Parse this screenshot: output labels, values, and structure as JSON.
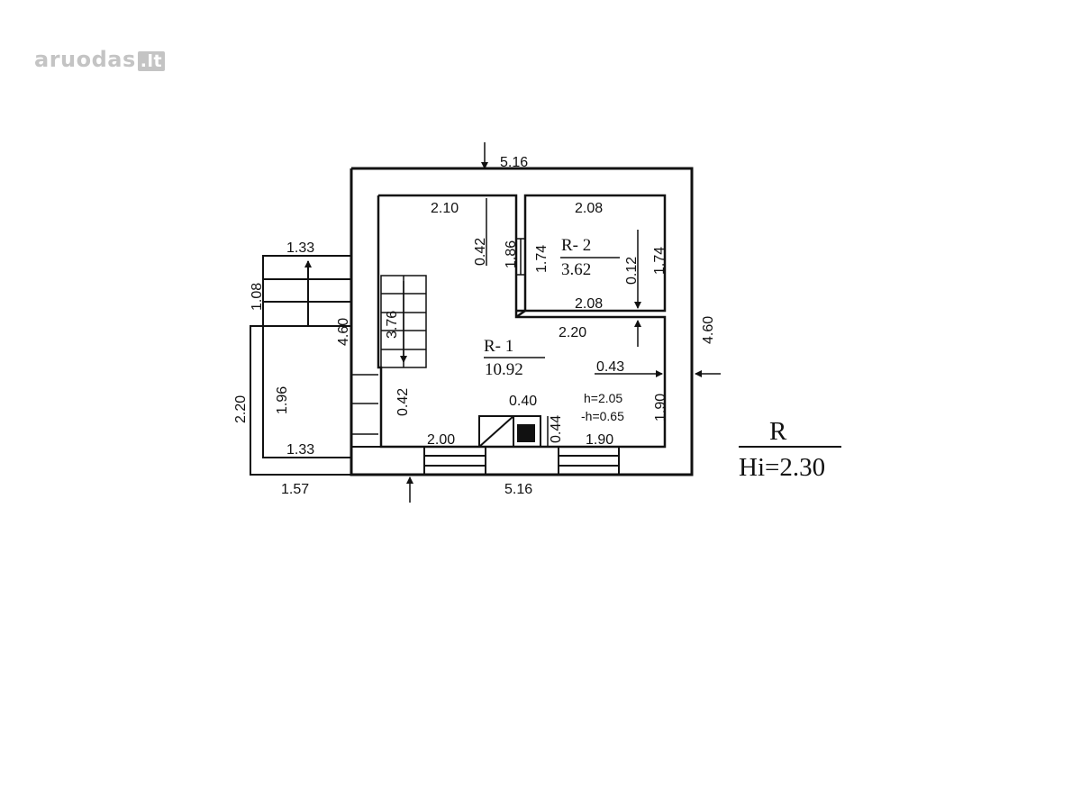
{
  "watermark": {
    "brand": "aruodas",
    "tld": ".lt"
  },
  "plan": {
    "dimensions": {
      "top_total": "5.16",
      "bottom_total": "5.16",
      "right_total": "4.60",
      "left_inner": "4.60",
      "r1_top_width": "2.10",
      "r1_wall_gap": "0.42",
      "partition_height": "1.86",
      "r2_left_height": "1.74",
      "r2_right_height": "1.74",
      "r2_top_width": "2.08",
      "r2_bottom_width": "2.08",
      "r2_offset": "0.12",
      "r1_mid_width": "2.20",
      "stair_length": "3.76",
      "left_wall_gap": "0.42",
      "niche_depth": "0.43",
      "right_lower_height": "1.90",
      "stove_width": "0.40",
      "stove_depth": "0.44",
      "r1_bottom_left": "2.00",
      "r1_bottom_right": "1.90",
      "porch_top_width": "1.33",
      "porch_top_depth": "1.08",
      "porch_inner_height": "1.96",
      "porch_bottom_width": "1.33",
      "porch_outer_height": "2.20",
      "porch_outer_width": "1.57"
    },
    "heights": {
      "h": "h=2.05",
      "h_neg": "-h=0.65"
    },
    "rooms": {
      "r1": {
        "label": "R- 1",
        "area": "10.92"
      },
      "r2": {
        "label": "R- 2",
        "area": "3.62"
      }
    },
    "legend": {
      "code": "R",
      "height": "Hi=2.30"
    }
  }
}
